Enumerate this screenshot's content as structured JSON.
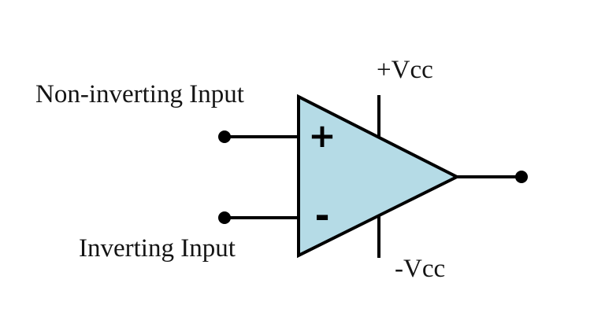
{
  "diagram": {
    "type": "operational-amplifier-symbol",
    "labels": {
      "non_inverting_input": "Non-inverting Input",
      "inverting_input": "Inverting Input",
      "positive_supply": "+Vcc",
      "negative_supply": "-Vcc",
      "plus_sign": "+",
      "minus_sign": "-"
    },
    "colors": {
      "background": "#ffffff",
      "opamp_fill": "#b5dbe6",
      "wire_stroke": "#000000",
      "label_text": "#141414"
    }
  }
}
